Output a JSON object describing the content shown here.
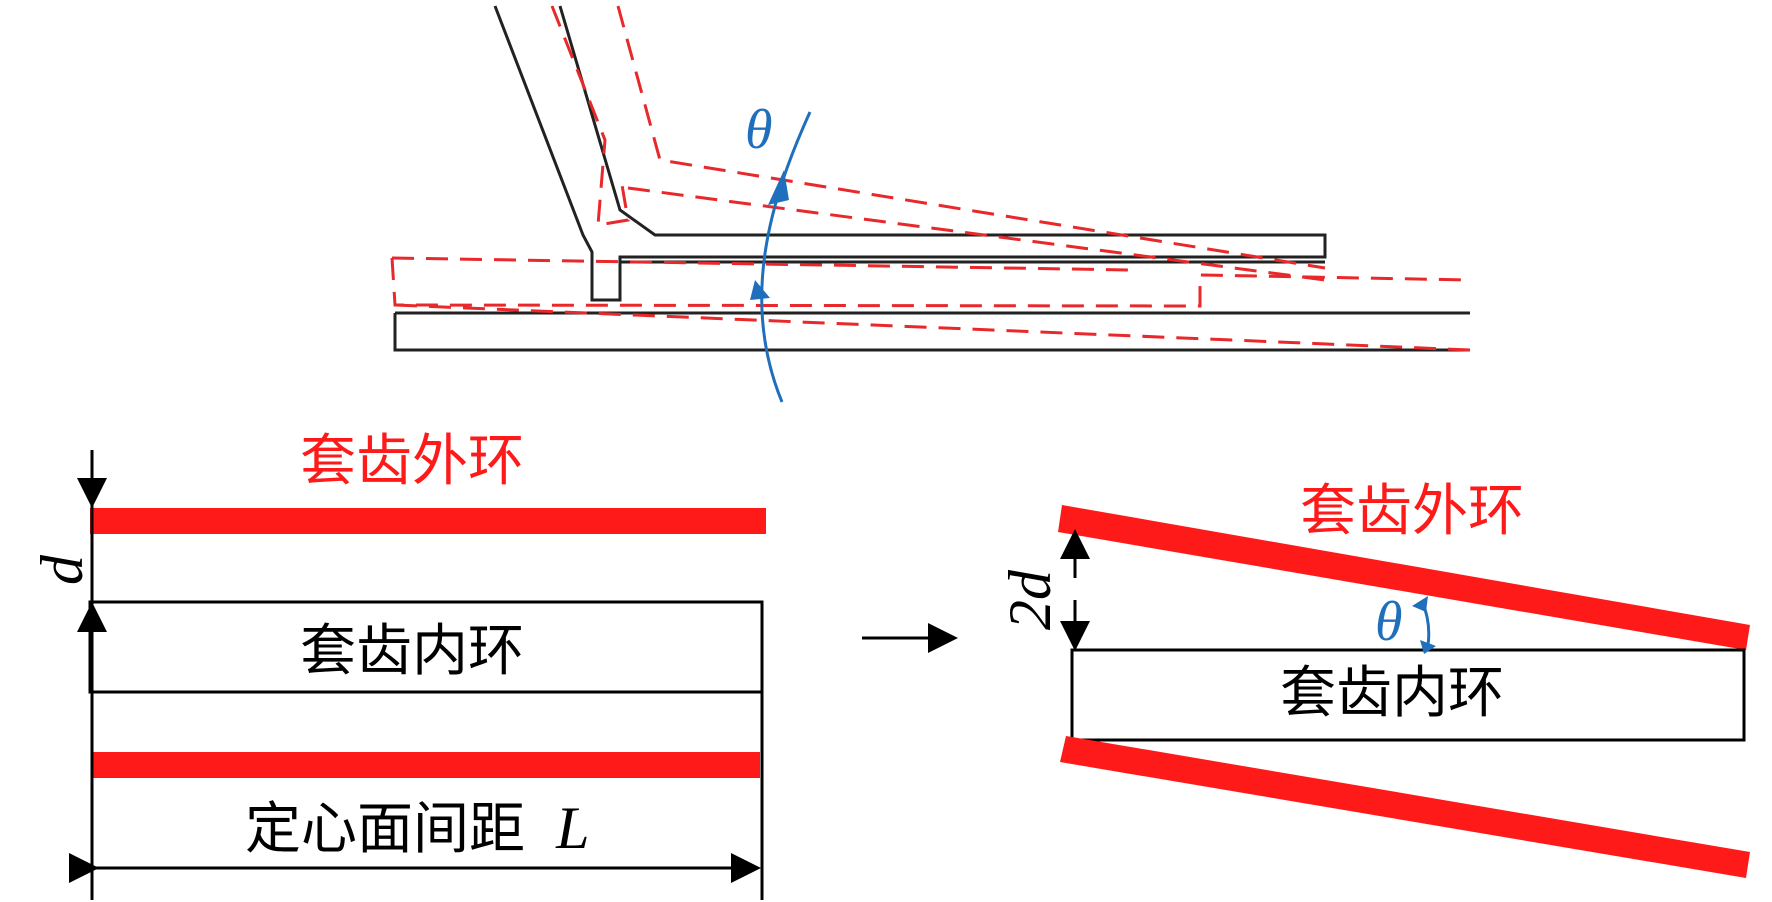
{
  "colors": {
    "inner_ring": "#1a1a1a",
    "outer_ring": "#ff1a1a",
    "deflected_outline": "#e8282a",
    "rotation": "#1f6fbd",
    "arrow": "#000000"
  },
  "top_view": {
    "angle_symbol": "θ"
  },
  "left_view": {
    "outer_ring_label": "套齿外环",
    "inner_ring_label": "套齿内环",
    "gap_symbol": "d",
    "span_label_text": "定心面间距",
    "span_symbol": "L"
  },
  "right_view": {
    "outer_ring_label": "套齿外环",
    "inner_ring_label": "套齿内环",
    "gap_symbol": "2d",
    "angle_symbol": "θ"
  }
}
